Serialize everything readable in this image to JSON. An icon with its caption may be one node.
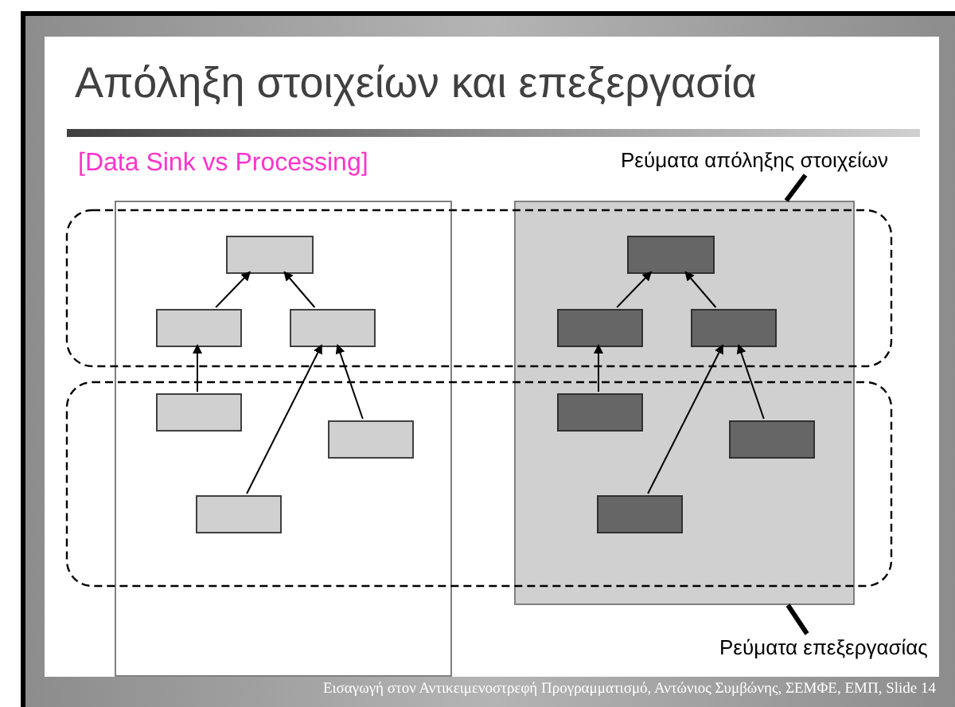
{
  "diagram": {
    "title": "Απόληξη στοιχείων και επεξεργασία",
    "nodes": [
      {
        "text": [
          "Ρεύματα απόληξης στοιχείων"
        ]
      },
      {
        "text": [],
        "shape": "box"
      },
      {
        "text": [],
        "shape": "box",
        "in": 1
      },
      {
        "text": [],
        "shape": "box",
        "in": 1
      },
      {
        "text": [],
        "shape": "box",
        "in": 1
      },
      {
        "text": [],
        "shape": "box",
        "in": 1
      },
      {
        "text": [],
        "shape": "box",
        "in": 1
      },
      {
        "text": [],
        "shape": "box",
        "in": 1
      },
      {
        "text": [],
        "shape": "box"
      },
      {
        "text": [],
        "shape": "box",
        "in": 8
      },
      {
        "text": [],
        "shape": "box",
        "in": 8
      },
      {
        "text": [],
        "shape": "box",
        "in": 8
      },
      {
        "text": [],
        "shape": "box",
        "in": 8
      },
      {
        "text": [],
        "shape": "box",
        "in": 8
      },
      {
        "text": [],
        "shape": "box",
        "in": 8
      },
      {
        "text": [
          "Ρεύματα επεξεργασίας"
        ]
      }
    ],
    "edges": [
      {
        "from": 3,
        "to": 2,
        "arrow": "to"
      },
      {
        "from": 4,
        "to": 2,
        "arrow": "to"
      },
      {
        "from": 5,
        "to": 3,
        "arrow": "to"
      },
      {
        "from": 7,
        "to": 4,
        "arrow": "to"
      },
      {
        "from": 6,
        "to": 4,
        "arrow": "to"
      },
      {
        "from": 10,
        "to": 9,
        "arrow": "to"
      },
      {
        "from": 11,
        "to": 9,
        "arrow": "to"
      },
      {
        "from": 12,
        "to": 10,
        "arrow": "to"
      },
      {
        "from": 14,
        "to": 11,
        "arrow": "to"
      },
      {
        "from": 13,
        "to": 11,
        "arrow": "to"
      },
      {
        "from": 0,
        "to": 8,
        "arrow": "none",
        "style": "thick"
      },
      {
        "from": 15,
        "to": 8,
        "arrow": "none",
        "style": "thick"
      }
    ],
    "labels": [
      "[Data Sink vs Processing]",
      "Εισαγωγή στον Αντικειμενοστρεφή Προγραμματισμό, Αντώνιος Συμβώνης, ΣΕΜΦΕ, ΕΜΠ, Slide 14"
    ]
  }
}
